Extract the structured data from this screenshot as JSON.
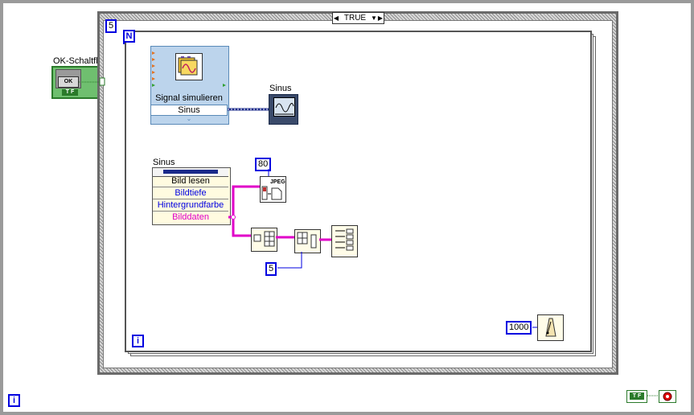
{
  "case_selector": {
    "value": "TRUE",
    "left_arrow": "◀",
    "right_arrow": "▶",
    "dropdown": "▼"
  },
  "loop": {
    "count_constant": "5",
    "count_terminal": "N",
    "iteration_terminal": "i"
  },
  "outer_loop": {
    "iteration_terminal": "i"
  },
  "ok_button": {
    "label": "OK-Schaltflä",
    "button_text": "OK",
    "tf_text": "T F"
  },
  "express_vi": {
    "title": "Signal simulieren",
    "output": "Sinus"
  },
  "graph": {
    "label": "Sinus"
  },
  "property_node": {
    "label": "Sinus",
    "rows": [
      {
        "text": "Bild lesen",
        "color": "#000000"
      },
      {
        "text": "Bildtiefe",
        "color": "#0000e0"
      },
      {
        "text": "Hintergrundfarbe",
        "color": "#0000e0"
      },
      {
        "text": "Bilddaten",
        "color": "#e000c8"
      }
    ]
  },
  "constants": {
    "jpeg_quality": "80",
    "array_index": "5",
    "wait_ms": "1000"
  },
  "jpeg_vi": {
    "text": "JPEG"
  },
  "stop_terminal": {
    "tf_text": "T F"
  },
  "colors": {
    "wire_pink": "#e000c8",
    "wire_blue": "#1a2a8a",
    "numeric_border": "#0000e0",
    "bool_green": "#2a7a2a"
  }
}
